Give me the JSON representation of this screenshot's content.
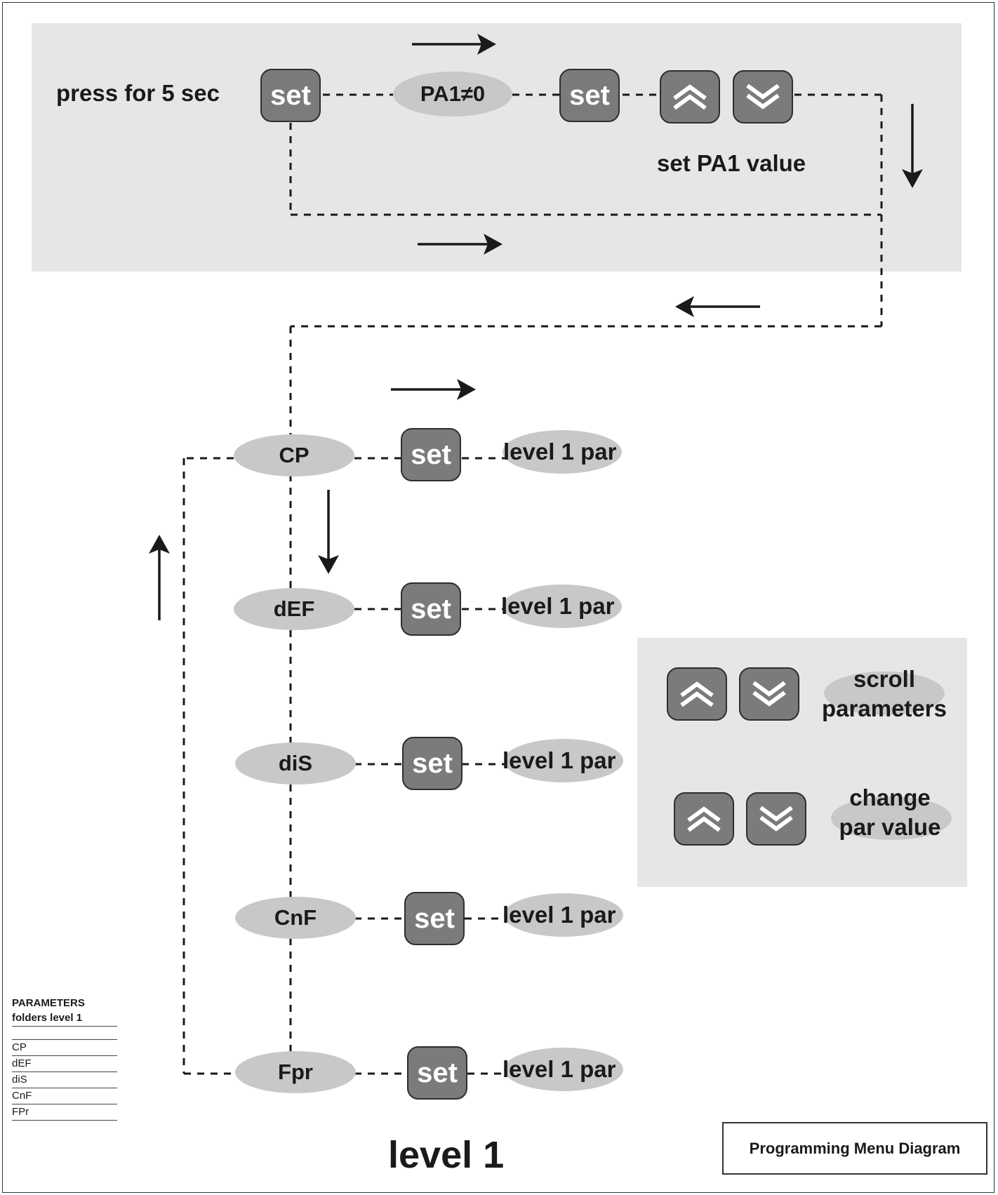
{
  "top": {
    "press_label": "press for 5 sec",
    "set_label": "set",
    "pa1_label": "PA1≠0",
    "set_value_label": "set PA1 value"
  },
  "folders": [
    {
      "name": "CP",
      "set_label": "set",
      "target": "level 1 par"
    },
    {
      "name": "dEF",
      "set_label": "set",
      "target": "level 1 par"
    },
    {
      "name": "diS",
      "set_label": "set",
      "target": "level 1 par"
    },
    {
      "name": "CnF",
      "set_label": "set",
      "target": "level 1 par"
    },
    {
      "name": "Fpr",
      "set_label": "set",
      "target": "level 1 par"
    }
  ],
  "help": {
    "scroll_line1": "scroll",
    "scroll_line2": "parameters",
    "change_line1": "change",
    "change_line2": "par value"
  },
  "legend": {
    "title": "PARAMETERS",
    "subtitle": "folders level 1",
    "items": [
      "CP",
      "dEF",
      "diS",
      "CnF",
      "FPr"
    ]
  },
  "level_label": "level 1",
  "diagram_title": "Programming Menu Diagram",
  "icons": {
    "up": "double-chevron-up-icon",
    "down": "double-chevron-down-icon",
    "arrow": "arrow-icon"
  },
  "colors": {
    "panel": "#e6e6e7",
    "key": "#7b7b7d",
    "pill": "#c8c8c8"
  }
}
